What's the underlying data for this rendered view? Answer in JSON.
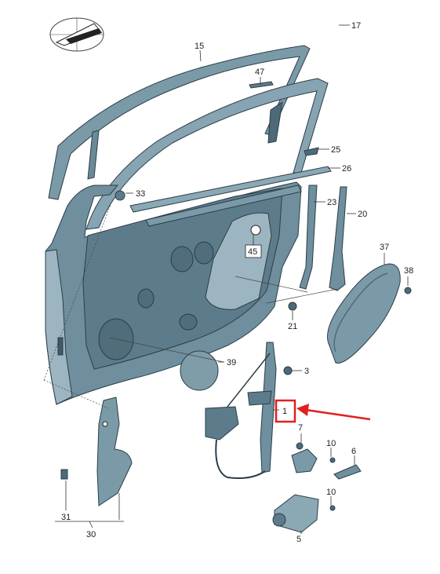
{
  "diagram": {
    "colors": {
      "part_fill": "#6f8f9e",
      "part_light": "#9db5c0",
      "part_dark": "#3f5a68",
      "outline": "#2b3d47",
      "label_text": "#222222",
      "highlight": "#e02020"
    },
    "icons": {
      "orientation": "car-orientation-icon",
      "pointer": "red-arrow-icon"
    },
    "callouts": [
      {
        "id": "17",
        "text": "17"
      },
      {
        "id": "15",
        "text": "15"
      },
      {
        "id": "47",
        "text": "47"
      },
      {
        "id": "25",
        "text": "25"
      },
      {
        "id": "26",
        "text": "26"
      },
      {
        "id": "33",
        "text": "33"
      },
      {
        "id": "23",
        "text": "23"
      },
      {
        "id": "20",
        "text": "20"
      },
      {
        "id": "45",
        "text": "45"
      },
      {
        "id": "37",
        "text": "37"
      },
      {
        "id": "38",
        "text": "38"
      },
      {
        "id": "21",
        "text": "21"
      },
      {
        "id": "39",
        "text": "39"
      },
      {
        "id": "3",
        "text": "3"
      },
      {
        "id": "1",
        "text": "1"
      },
      {
        "id": "7",
        "text": "7"
      },
      {
        "id": "10a",
        "text": "10"
      },
      {
        "id": "6",
        "text": "6"
      },
      {
        "id": "10b",
        "text": "10"
      },
      {
        "id": "31",
        "text": "31"
      },
      {
        "id": "30",
        "text": "30"
      },
      {
        "id": "5",
        "text": "5"
      }
    ],
    "highlighted_part": "1"
  }
}
